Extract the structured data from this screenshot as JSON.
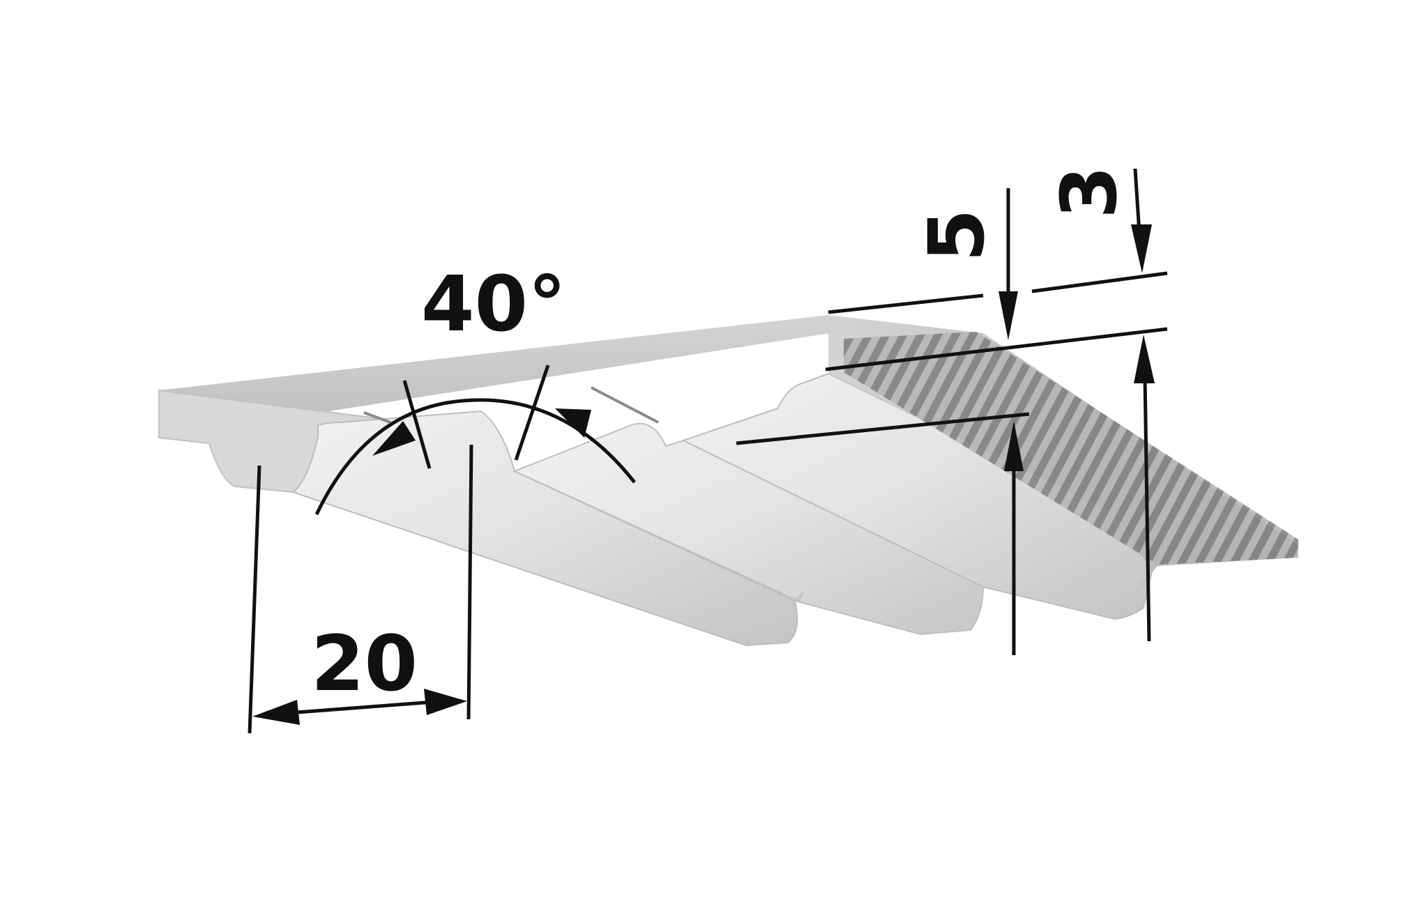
{
  "dimensions": {
    "pitch": "20",
    "angle": "40°",
    "total_height": "5",
    "tooth_height": "3"
  },
  "colors": {
    "belt_light": "#e6e6e6",
    "belt_mid": "#c9c9c9",
    "belt_dark": "#9a9a9a",
    "dimension_line": "#111111"
  }
}
